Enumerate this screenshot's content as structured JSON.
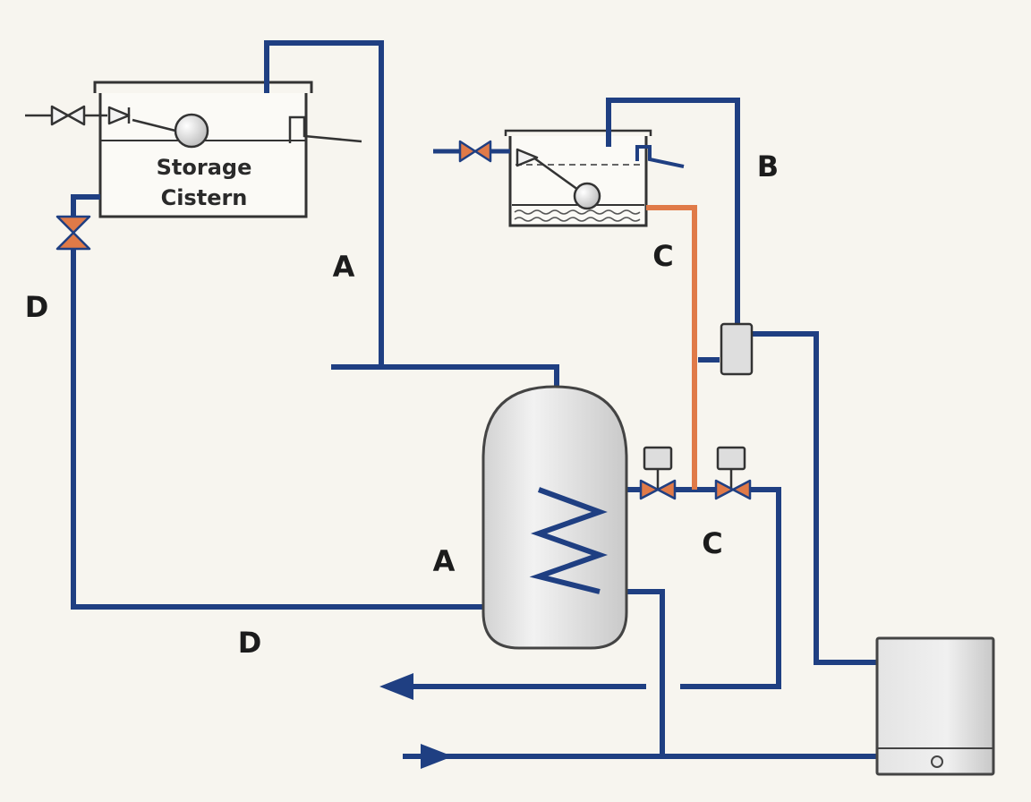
{
  "labels": {
    "storage_cistern_line1": "Storage",
    "storage_cistern_line2": "Cistern",
    "a_upper": "A",
    "a_lower": "A",
    "b": "B",
    "c_upper": "C",
    "c_lower": "C",
    "d_left": "D",
    "d_bottom": "D"
  },
  "colors": {
    "pipe_main": "#1f3f82",
    "pipe_feed_expansion": "#e07a48",
    "valve_accent": "#e07a48",
    "cylinder_fill": "#e6e6e6",
    "background": "#f7f5ef"
  }
}
